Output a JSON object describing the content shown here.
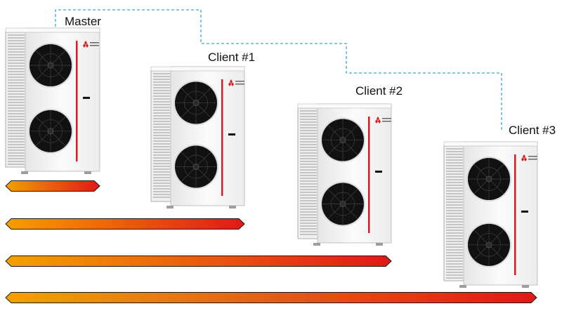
{
  "units": [
    {
      "id": "master",
      "label": "Master"
    },
    {
      "id": "client1",
      "label": "Client #1"
    },
    {
      "id": "client2",
      "label": "Client #2"
    },
    {
      "id": "client3",
      "label": "Client #3"
    }
  ],
  "colors": {
    "link_line": "#3aa6d8",
    "bar_start": "#f5a000",
    "bar_end": "#e01818",
    "bar_outline": "#1a1a1a",
    "unit_body": "#f7f7f7",
    "unit_accent": "#d42020",
    "fan": "#111111"
  },
  "connection_style": "dashed",
  "icons": {
    "brand_logo": "mitsubishi-three-diamonds-icon"
  }
}
